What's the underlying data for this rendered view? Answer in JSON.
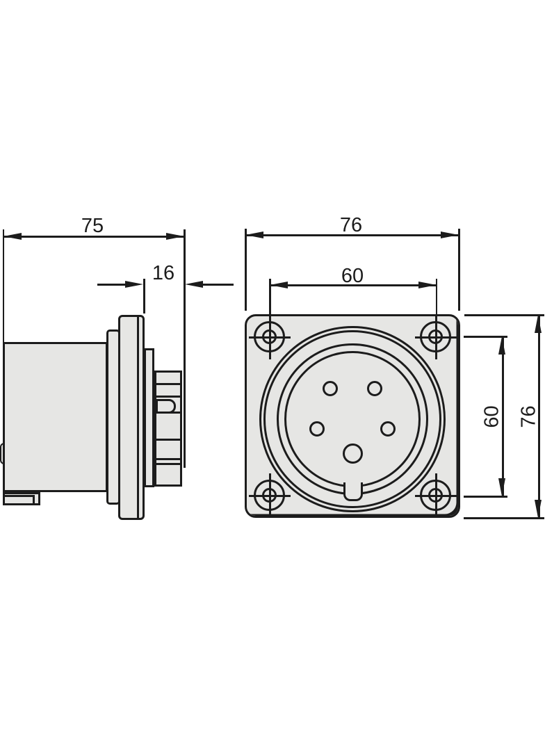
{
  "figure": {
    "type": "technical drawing",
    "subject": "panel-mount 5-pin industrial connector, side view and front view",
    "pin_count": 5,
    "mounting_hole_count": 4
  },
  "colors": {
    "ink": "#1c1c1c",
    "part_fill": "#e6e6e4",
    "background": "#ffffff"
  },
  "dims": {
    "depth_total": "75",
    "flange_to_tip": "16",
    "width_total": "76",
    "hole_pitch_horizontal": "60",
    "hole_pitch_vertical": "60",
    "height_total": "76"
  }
}
